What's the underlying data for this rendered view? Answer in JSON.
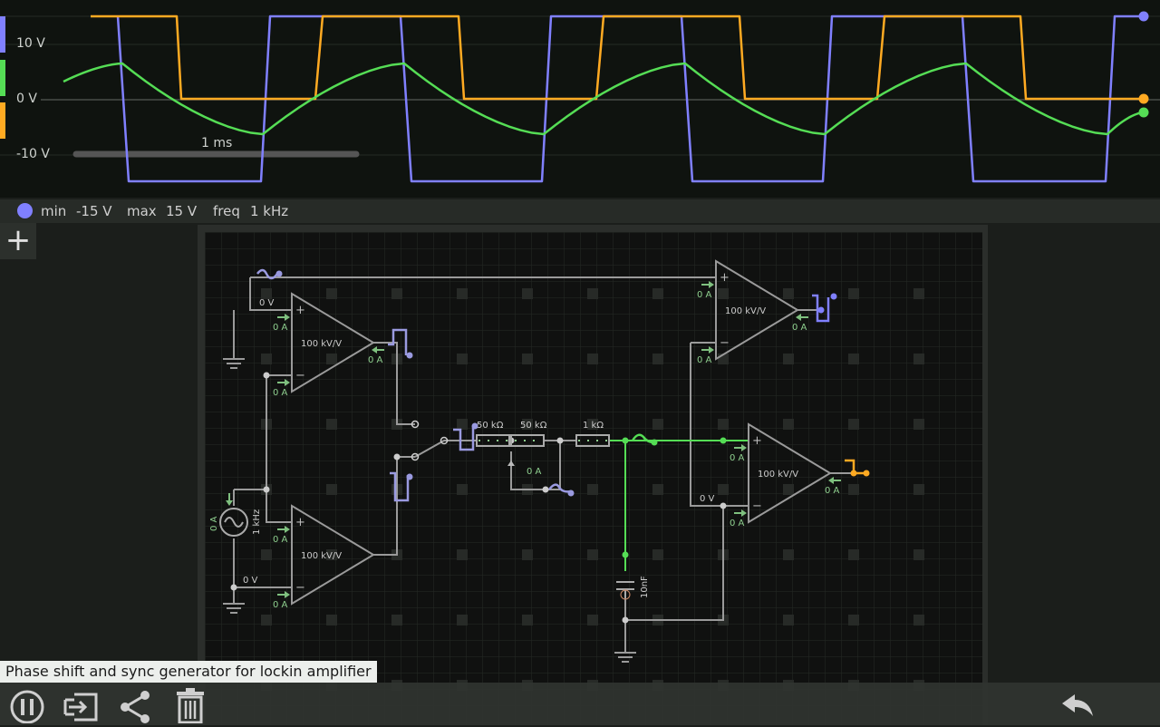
{
  "oscilloscope": {
    "y_labels": [
      "10 V",
      "0 V",
      "-10 V"
    ],
    "timebar_label": "1 ms",
    "channel_colors": [
      "#8080ff",
      "#55dd55",
      "#ffaa22"
    ]
  },
  "info_bar": {
    "channel_color": "#8080ff",
    "min_label": "min",
    "min_value": "-15 V",
    "max_label": "max",
    "max_value": "15 V",
    "freq_label": "freq",
    "freq_value": "1 kHz"
  },
  "add_button": {
    "label": "+"
  },
  "circuit": {
    "opamps": [
      {
        "gain": "100 kV/V",
        "in_plus_current": "0 A",
        "in_minus_current": "0 A",
        "out_current": "0 A",
        "node_voltage": "0 V"
      },
      {
        "gain": "100 kV/V",
        "in_plus_current": "0 A",
        "in_minus_current": "0 A",
        "node_voltage": "0 V"
      },
      {
        "gain": "100 kV/V",
        "in_plus_current": "0 A",
        "in_minus_current": "0 A",
        "out_current": "0 A"
      },
      {
        "gain": "100 kV/V",
        "in_plus_current": "0 A",
        "in_minus_current": "0 A",
        "out_current": "0 A",
        "node_voltage": "0 V"
      }
    ],
    "resistors": [
      "50 kΩ",
      "50 kΩ",
      "1 kΩ"
    ],
    "pot_current": "0 A",
    "capacitor": "10nF",
    "source": {
      "current": "0 A",
      "freq": "1 kHz"
    }
  },
  "caption": "Phase shift and sync generator for lockin amplifier",
  "toolbar": {
    "icons": [
      "pause-icon",
      "export-icon",
      "share-icon",
      "trash-icon",
      "undo-icon"
    ]
  }
}
